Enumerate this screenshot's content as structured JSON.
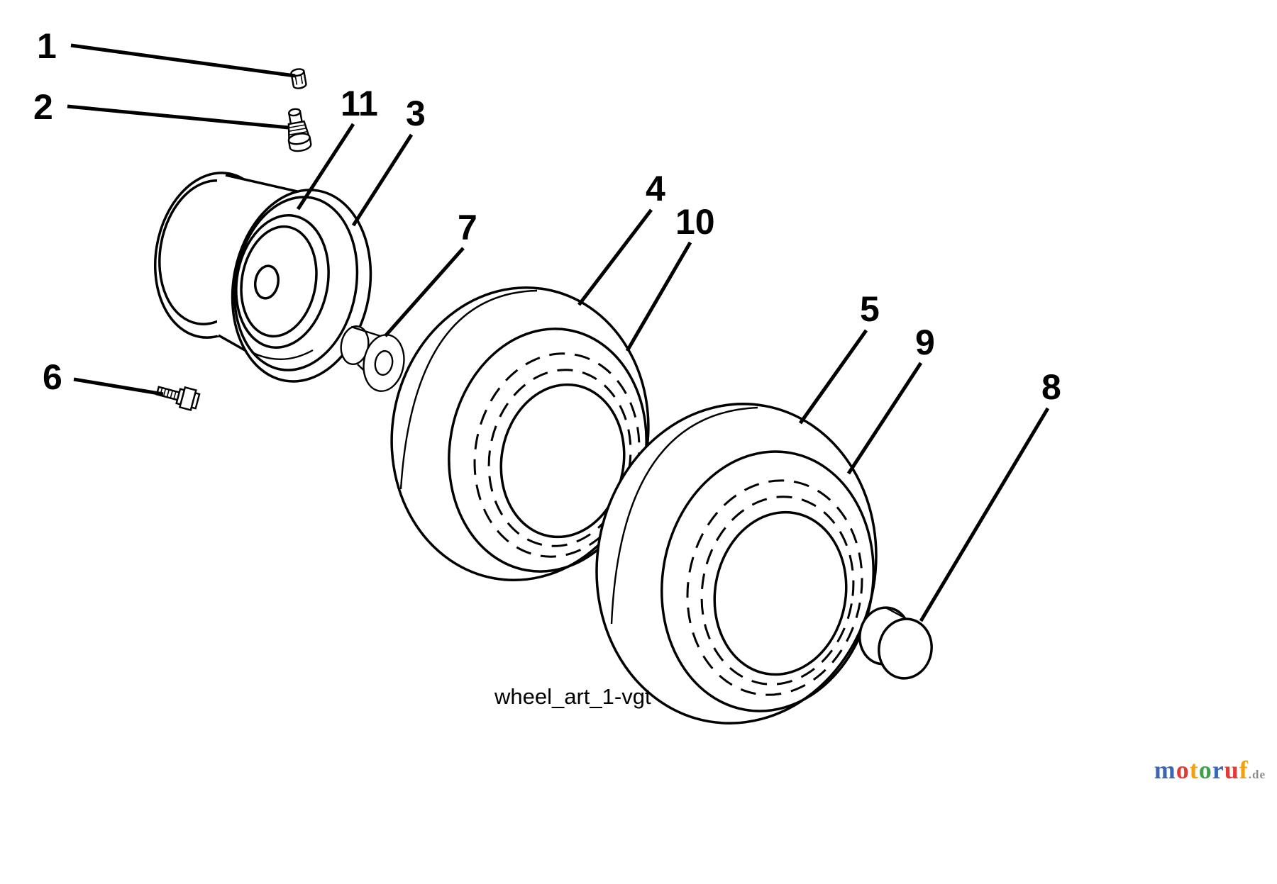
{
  "diagram": {
    "caption": "wheel_art_1-vgt",
    "line_color": "#000000",
    "background_color": "#ffffff",
    "labels": {
      "l1": "1",
      "l2": "2",
      "l3": "3",
      "l4": "4",
      "l5": "5",
      "l6": "6",
      "l7": "7",
      "l8": "8",
      "l9": "9",
      "l10": "10",
      "l11": "11"
    }
  },
  "watermark": {
    "letters": [
      {
        "char": "m",
        "color": "#3a66b5"
      },
      {
        "char": "o",
        "color": "#e23b36"
      },
      {
        "char": "t",
        "color": "#f2a10e"
      },
      {
        "char": "o",
        "color": "#3fa24a"
      },
      {
        "char": "r",
        "color": "#3a66b5"
      },
      {
        "char": "u",
        "color": "#e23b36"
      },
      {
        "char": "f",
        "color": "#f2a10e"
      }
    ],
    "suffix": ".de",
    "suffix_color": "#8d8d8d"
  }
}
